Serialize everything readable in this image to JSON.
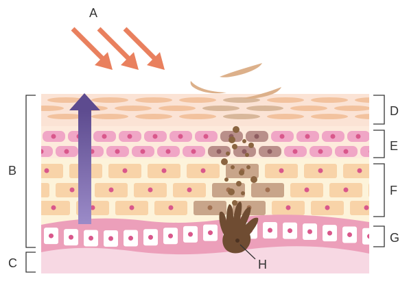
{
  "labels": {
    "A": "A",
    "B": "B",
    "C": "C",
    "D": "D",
    "E": "E",
    "F": "F",
    "G": "G",
    "H": "H"
  },
  "colors": {
    "uv_arrow": "#e9805e",
    "upward_arrow_top": "#5d4b8f",
    "upward_arrow_bottom": "#9b8bc8",
    "horny_layer_bg": "#fbe3d5",
    "horny_cell": "#f2c29e",
    "granular_layer_bg": "#fdeadc",
    "granular_cell": "#f0a6c6",
    "granular_nucleus": "#d9578b",
    "spinous_layer_bg": "#fdf3da",
    "spinous_cell": "#f8d3a8",
    "basal_layer": "#ec9fba",
    "basal_cell": "#ffffff",
    "dermis": "#f7d8e3",
    "melanin": "#8a6440",
    "melanin_cell_tint": "#c8a58a",
    "melanocyte": "#6f4c32",
    "flake": "#dcb08a",
    "bracket": "#333333"
  },
  "icons": {
    "uv_rays": "diagonal-arrow-icon",
    "turnover_arrow": "up-arrow-icon"
  }
}
